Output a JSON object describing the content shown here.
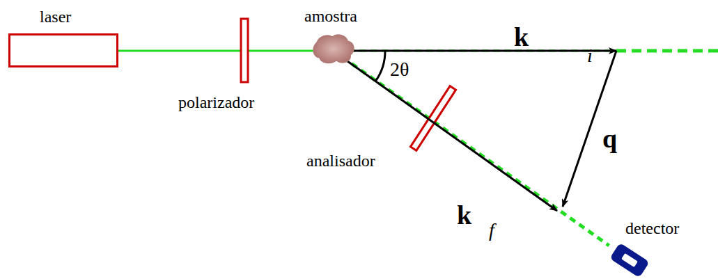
{
  "diagram": {
    "nodes": [
      {
        "text": [
          "laser"
        ]
      },
      {
        "text": [
          "amostra"
        ]
      },
      {
        "text": [
          "detector"
        ]
      }
    ],
    "edges": [
      {
        "from": 0,
        "to": 1,
        "arrow": "none"
      },
      {
        "from": 1,
        "to": 2,
        "arrow": "none"
      }
    ],
    "labels": [
      "polarizador",
      "k",
      "i",
      "2θ",
      "analisador",
      "q",
      "k",
      "f"
    ]
  }
}
